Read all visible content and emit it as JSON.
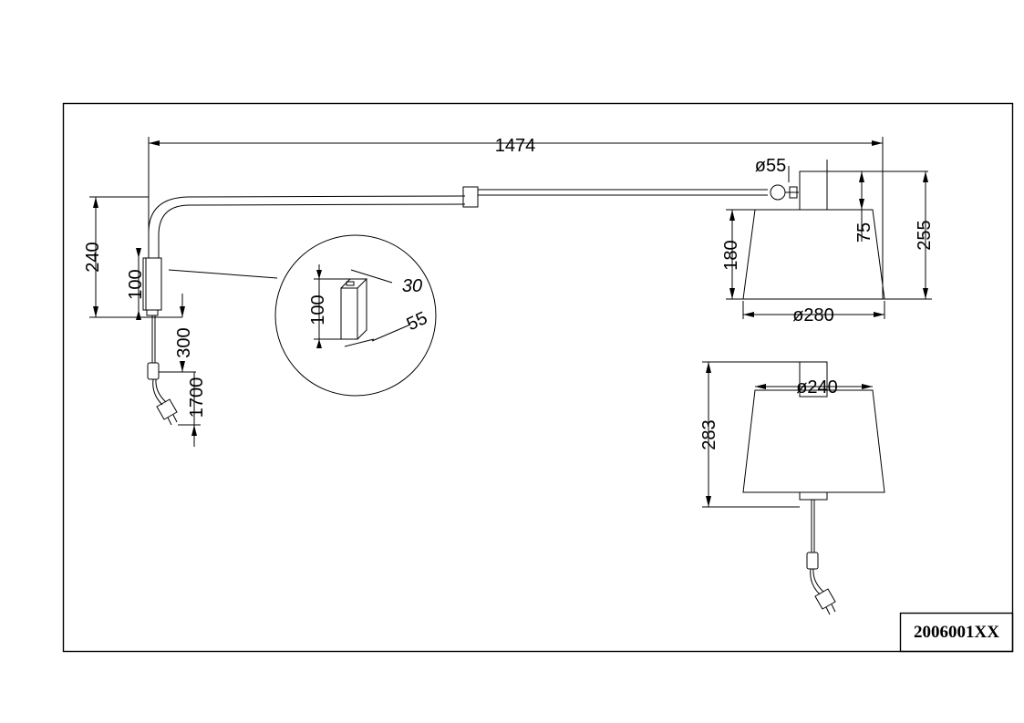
{
  "dimensions": {
    "total_length": "1474",
    "arm_tube_diameter": "ø55",
    "mount_height": "240",
    "switch_box_height": "100",
    "cord_drop": "300",
    "cord_length": "1700",
    "detail_thickness": "30",
    "detail_height": "100",
    "detail_width": "55",
    "holder_height": "75",
    "shade_height": "180",
    "overall_height": "255",
    "shade_bottom_diameter": "ø280",
    "shade_top_diameter": "ø240",
    "lamp_height": "283"
  },
  "title_block": {
    "product_code": "2006001XX"
  }
}
